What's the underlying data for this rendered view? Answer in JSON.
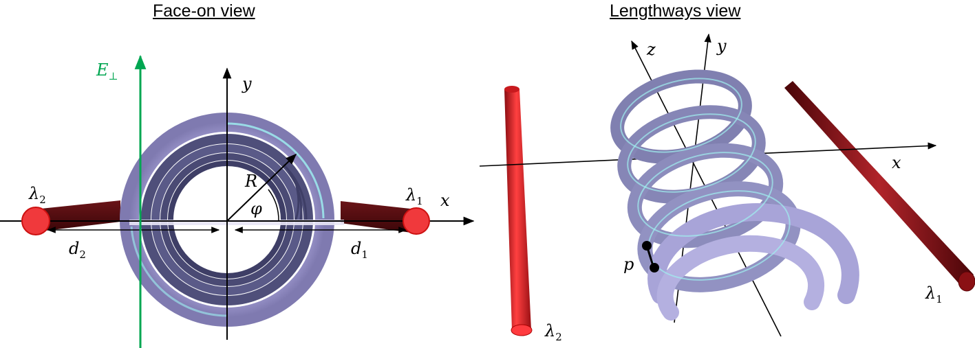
{
  "titles": {
    "left": "Face-on view",
    "right": "Lengthways view"
  },
  "left_labels": {
    "e_field": "E",
    "e_field_sub": "⊥",
    "y_axis": "y",
    "x_axis": "x",
    "radius": "R",
    "angle": "φ",
    "lambda2": "λ",
    "lambda2_sub": "2",
    "lambda1": "λ",
    "lambda1_sub": "1",
    "d2": "d",
    "d2_sub": "2",
    "d1": "d",
    "d1_sub": "1"
  },
  "right_labels": {
    "z_axis": "z",
    "y_axis": "y",
    "x_axis": "x",
    "pitch": "p",
    "lambda2": "λ",
    "lambda2_sub": "2",
    "lambda1": "λ",
    "lambda1_sub": "1"
  },
  "colors": {
    "coil": "#9a9ad0",
    "coil_dark": "#4a4a72",
    "highlight": "#8ff0f0",
    "rod_red": "#e8262a",
    "rod_dark": "#7a1216",
    "field": "#00a651"
  }
}
